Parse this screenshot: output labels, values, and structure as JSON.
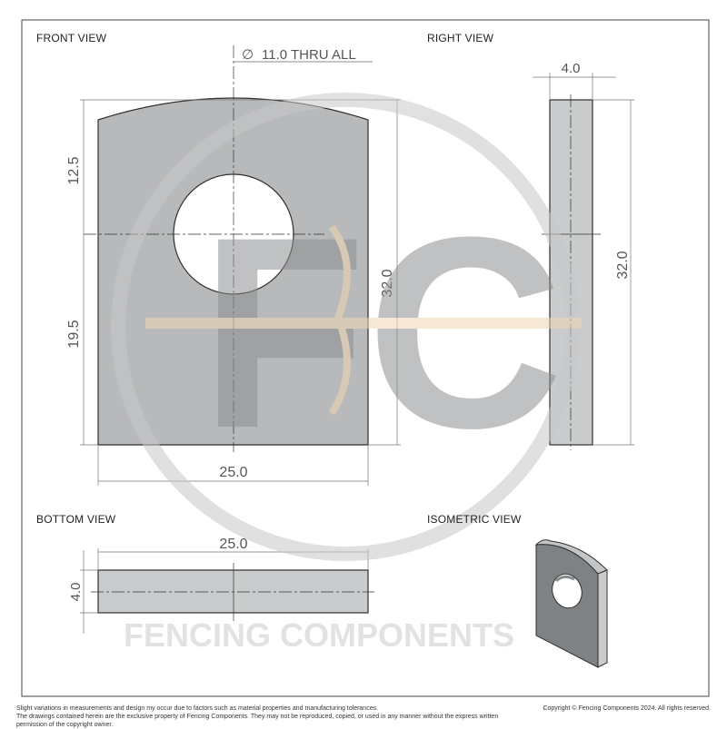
{
  "views": {
    "front": "FRONT VIEW",
    "right": "RIGHT VIEW",
    "bottom": "BOTTOM VIEW",
    "isometric": "ISOMETRIC VIEW"
  },
  "dimensions": {
    "hole_symbol": "∅",
    "hole_callout": "11.0 THRU ALL",
    "front_top_offset": "12.5",
    "front_bottom_offset": "19.5",
    "front_height": "32.0",
    "front_width": "25.0",
    "right_thickness": "4.0",
    "right_height": "32.0",
    "bottom_width": "25.0",
    "bottom_thickness": "4.0"
  },
  "watermark": {
    "monogram": "FC",
    "company": "FENCING COMPONENTS"
  },
  "footer": {
    "disclaimer_1": "Slight variations in measurements and design my occur due to factors such as material properties and manufacturing tolerances.",
    "disclaimer_2": "The drawings contained herein are the exclusive property of Fencing Components. They may not be reproduced, copied, or used in any manner without the express written permission of the copyright owner.",
    "copyright": "Copyright © Fencing Components 2024. All rights reserved."
  },
  "colors": {
    "part_fill": "#b7b9bb",
    "part_stroke": "#2f2f2f",
    "watermark_gray": "#cfcfcf",
    "watermark_accent": "#f1d9b7"
  }
}
